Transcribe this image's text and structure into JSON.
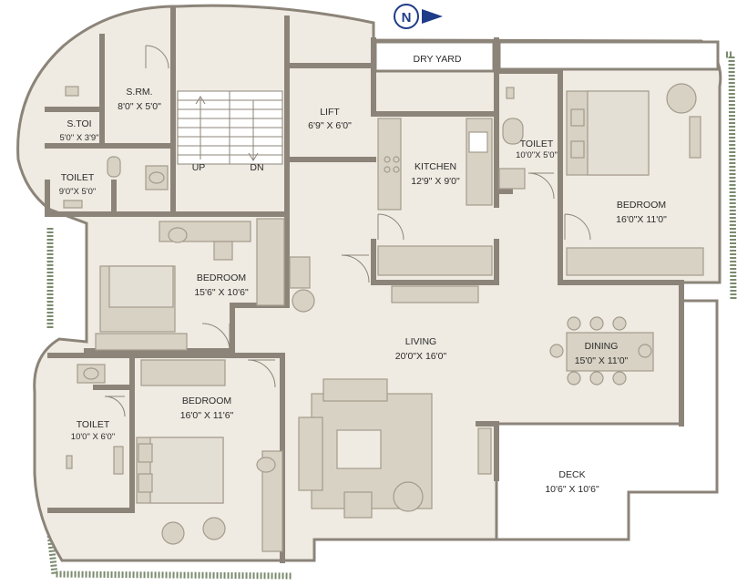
{
  "compass": {
    "letter": "N"
  },
  "rooms": {
    "dry_yard": {
      "name": "DRY YARD"
    },
    "lift": {
      "name": "LIFT",
      "size": "6'9\" X 6'0\""
    },
    "store_room": {
      "name": "S.RM.",
      "size": "8'0\" X 5'0\""
    },
    "servant_toilet": {
      "name": "S.TOI",
      "size": "5'0\" X 3'9\""
    },
    "toilet_west": {
      "name": "TOILET",
      "size": "9'0\"X 5'0\""
    },
    "stairs": {
      "up": "UP",
      "down": "DN"
    },
    "kitchen": {
      "name": "KITCHEN",
      "size": "12'9\" X 9'0\""
    },
    "toilet_north": {
      "name": "TOILET",
      "size": "10'0\"X 5'0\""
    },
    "bedroom_ne": {
      "name": "BEDROOM",
      "size": "16'0\"X 11'0\""
    },
    "bedroom_w": {
      "name": "BEDROOM",
      "size": "15'6\" X 10'6\""
    },
    "living": {
      "name": "LIVING",
      "size": "20'0\"X 16'0\""
    },
    "dining": {
      "name": "DINING",
      "size": "15'0\" X 11'0\""
    },
    "bedroom_sw": {
      "name": "BEDROOM",
      "size": "16'0\" X 11'6\""
    },
    "toilet_sw": {
      "name": "TOILET",
      "size": "10'0\" X 6'0\""
    },
    "deck": {
      "name": "DECK",
      "size": "10'6\" X 10'6\""
    }
  },
  "colors": {
    "wall": "#8c8479",
    "floor": "#efebe2",
    "furniture": "#d8d2c4",
    "furniture_stroke": "#a39b8d",
    "planting": "#7b8b6e",
    "compass": "#1f3c88"
  }
}
